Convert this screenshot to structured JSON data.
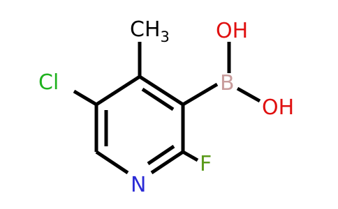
{
  "molecule": {
    "atoms": {
      "methyl": {
        "label": "CH",
        "subscript": "3",
        "color": "#000000"
      },
      "chlorine": {
        "label": "Cl",
        "color": "#1fb21f"
      },
      "nitrogen": {
        "label": "N",
        "color": "#2b2bd6"
      },
      "fluorine": {
        "label": "F",
        "color": "#5a9a1a"
      },
      "boron": {
        "label": "B",
        "color": "#c89c9c"
      },
      "hydroxyl_top": {
        "label": "OH",
        "color": "#e01010"
      },
      "hydroxyl_bottom": {
        "label": "OH",
        "color": "#e01010"
      }
    }
  }
}
